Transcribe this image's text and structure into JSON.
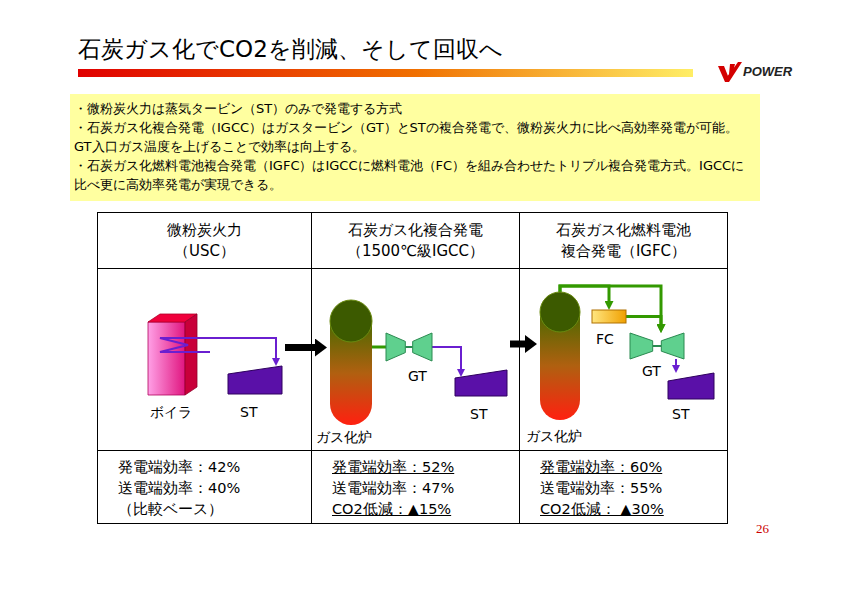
{
  "diagram": {
    "title": "石炭ガス化でCO2を削減、そして回収へ",
    "nodes": [
      {
        "text": [
          "・微粉炭火力は蒸気タービン（ST）のみで発電する方式",
          "・石炭ガス化複合発電（IGCC）はガスタービン（GT）とSTの複合発電で、微粉炭火力に比べ高効率発電が可能。GT入口ガス温度を上げることで効率は向上する。",
          "・石炭ガス化燃料電池複合発電（IGFC）はIGCCに燃料電池（FC）を組み合わせたトリプル複合発電方式。IGCCに比べ更に高効率発電が実現できる。"
        ]
      },
      {
        "text": [
          "微粉炭火力",
          "（USC）"
        ]
      },
      {
        "text": [
          "石炭ガス化複合発電",
          "（1500℃級IGCC）"
        ]
      },
      {
        "text": [
          "石炭ガス化燃料電池",
          "複合発電（IGFC）"
        ]
      },
      {
        "text": [
          "ボイラ"
        ]
      },
      {
        "text": [
          "ST"
        ]
      },
      {
        "text": [
          "ガス化炉"
        ]
      },
      {
        "text": [
          "GT"
        ]
      },
      {
        "text": [
          "ST"
        ]
      },
      {
        "text": [
          "ガス化炉"
        ]
      },
      {
        "text": [
          "FC"
        ]
      },
      {
        "text": [
          "GT"
        ]
      },
      {
        "text": [
          "ST"
        ]
      },
      {
        "text": [
          "発電端効率：42%",
          "送電端効率：40%",
          "（比較ベース）"
        ]
      },
      {
        "text": [
          "発電端効率：52%",
          "送電端効率：47%",
          "CO2低減：▲15%"
        ]
      },
      {
        "text": [
          "発電端効率：60%",
          "送電端効率：55%",
          "CO2低減： ▲30%"
        ]
      }
    ],
    "edges": [
      {
        "from": 4,
        "to": 5,
        "arrow": "to"
      },
      {
        "from": 5,
        "to": 6,
        "arrow": "to"
      },
      {
        "from": 6,
        "to": 7,
        "arrow": "none"
      },
      {
        "from": 7,
        "to": 8,
        "arrow": "to"
      },
      {
        "from": 8,
        "to": 9,
        "arrow": "to"
      },
      {
        "from": 9,
        "to": 10,
        "arrow": "to"
      },
      {
        "from": 9,
        "to": 11,
        "arrow": "to"
      },
      {
        "from": 10,
        "to": 11,
        "arrow": "to"
      },
      {
        "from": 11,
        "to": 12,
        "arrow": "to"
      }
    ],
    "labels": [
      "POWER",
      "26"
    ]
  }
}
